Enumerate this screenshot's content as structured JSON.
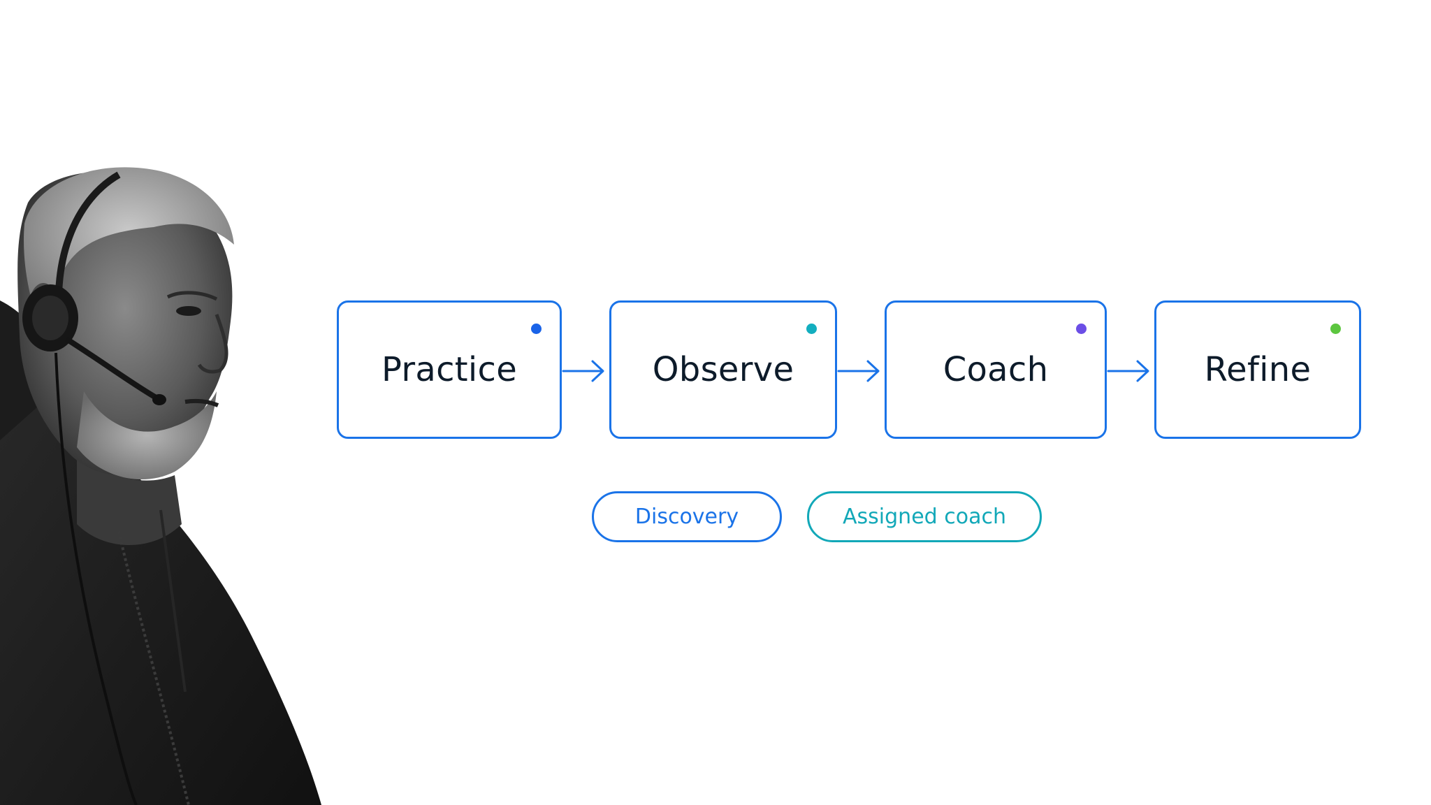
{
  "steps": [
    {
      "label": "Practice",
      "dot_color": "#1a63e8"
    },
    {
      "label": "Observe",
      "dot_color": "#13aebf"
    },
    {
      "label": "Coach",
      "dot_color": "#6b4ee6"
    },
    {
      "label": "Refine",
      "dot_color": "#5cc63f"
    }
  ],
  "pills": [
    {
      "label": "Discovery",
      "color": "#1a73e8"
    },
    {
      "label": "Assigned coach",
      "color": "#12a8b8"
    }
  ],
  "colors": {
    "accent": "#1a73e8",
    "teal": "#12a8b8",
    "text": "#0d1b2a"
  },
  "icons": {
    "arrow": "arrow-right-icon"
  }
}
